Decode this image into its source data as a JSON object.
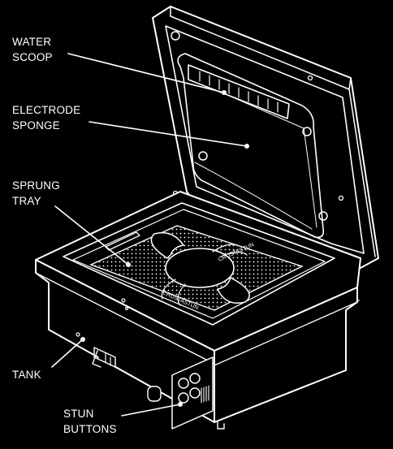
{
  "labels": {
    "water_scoop": [
      "WATER",
      "SCOOP"
    ],
    "electrode_sponge": [
      "ELECTRODE",
      "SPONGE"
    ],
    "sprung_tray": [
      "SPRUNG",
      "TRAY"
    ],
    "tank": [
      "TANK"
    ],
    "stun_buttons": [
      "STUN",
      "BUTTONS"
    ]
  },
  "tray_text": [
    "CRUSTASTUN",
    "CRUSTASTUN"
  ],
  "colors": {
    "background": "#000000",
    "line": "#ffffff"
  }
}
